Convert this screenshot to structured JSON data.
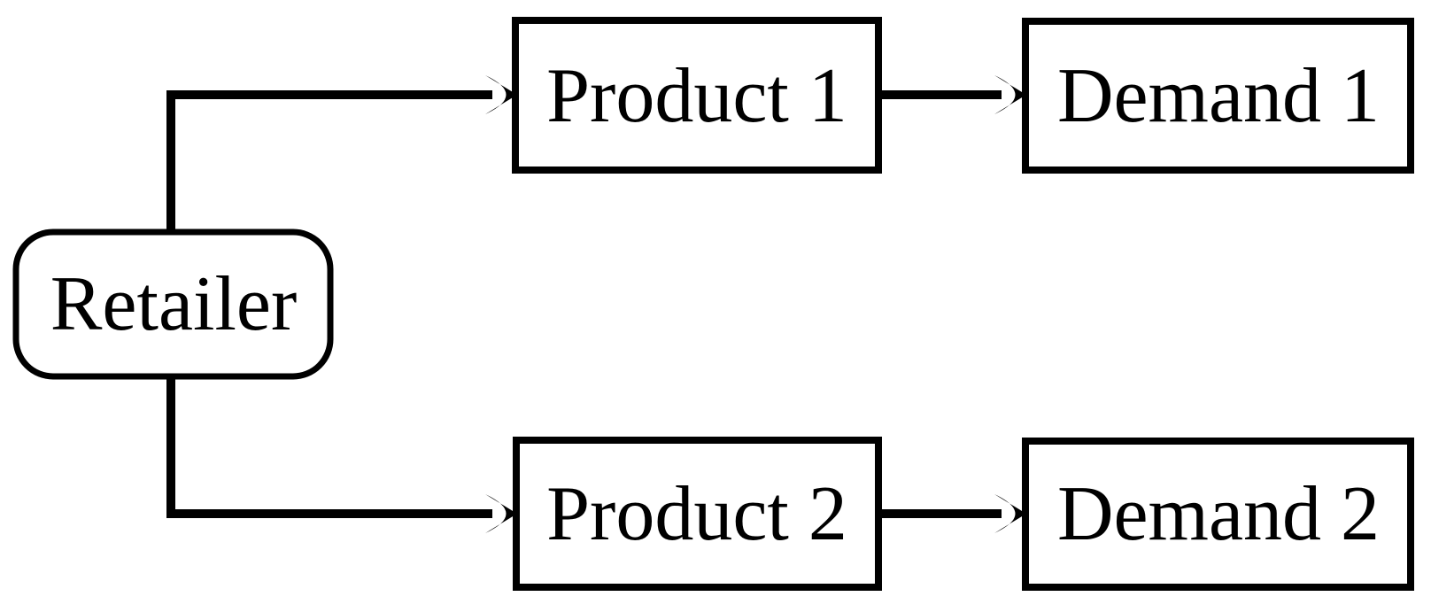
{
  "diagram": {
    "background_color": "#ffffff",
    "stroke_color": "#000000",
    "nodes": {
      "retailer": {
        "label": "Retailer",
        "shape": "rounded-rect"
      },
      "product1": {
        "label": "Product 1",
        "shape": "rect"
      },
      "demand1": {
        "label": "Demand 1",
        "shape": "rect"
      },
      "product2": {
        "label": "Product 2",
        "shape": "rect"
      },
      "demand2": {
        "label": "Demand 2",
        "shape": "rect"
      }
    },
    "edges": [
      {
        "from": "Retailer",
        "to": "Product 1",
        "style": "elbow-arrow"
      },
      {
        "from": "Retailer",
        "to": "Product 2",
        "style": "elbow-arrow"
      },
      {
        "from": "Product 1",
        "to": "Demand 1",
        "style": "straight-arrow"
      },
      {
        "from": "Product 2",
        "to": "Demand 2",
        "style": "straight-arrow"
      }
    ]
  }
}
